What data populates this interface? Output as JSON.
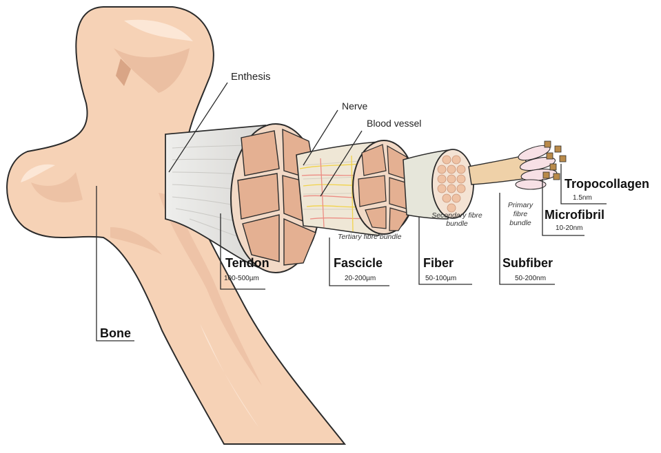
{
  "labels": {
    "enthesis": "Enthesis",
    "nerve": "Nerve",
    "blood_vessel": "Blood vessel",
    "bone": "Bone",
    "tendon": {
      "name": "Tendon",
      "size": "100-500µm"
    },
    "fascicle": {
      "name": "Fascicle",
      "size": "20-200µm"
    },
    "fiber": {
      "name": "Fiber",
      "size": "50-100µm"
    },
    "subfiber": {
      "name": "Subfiber",
      "size": "50-200nm"
    },
    "microfibril": {
      "name": "Microfibril",
      "size": "10-20nm"
    },
    "tropocollagen": {
      "name": "Tropocollagen",
      "size": "1.5nm"
    },
    "tertiary_bundle": "Tertiary fibre bundle",
    "secondary_bundle": [
      "Secondary fibre",
      "bundle"
    ],
    "primary_bundle": [
      "Primary",
      "fibre",
      "bundle"
    ]
  },
  "colors": {
    "bone_fill": "#f6d2b6",
    "bone_shadow": "#e7b79a",
    "tendon_fill": "#e2e1df",
    "fascicle_fill": "#efd7c1",
    "cell_fill": "#e4b092",
    "outline": "#2b2b2b",
    "nerve": "#f1d34a",
    "vessel": "#ec8c83"
  }
}
